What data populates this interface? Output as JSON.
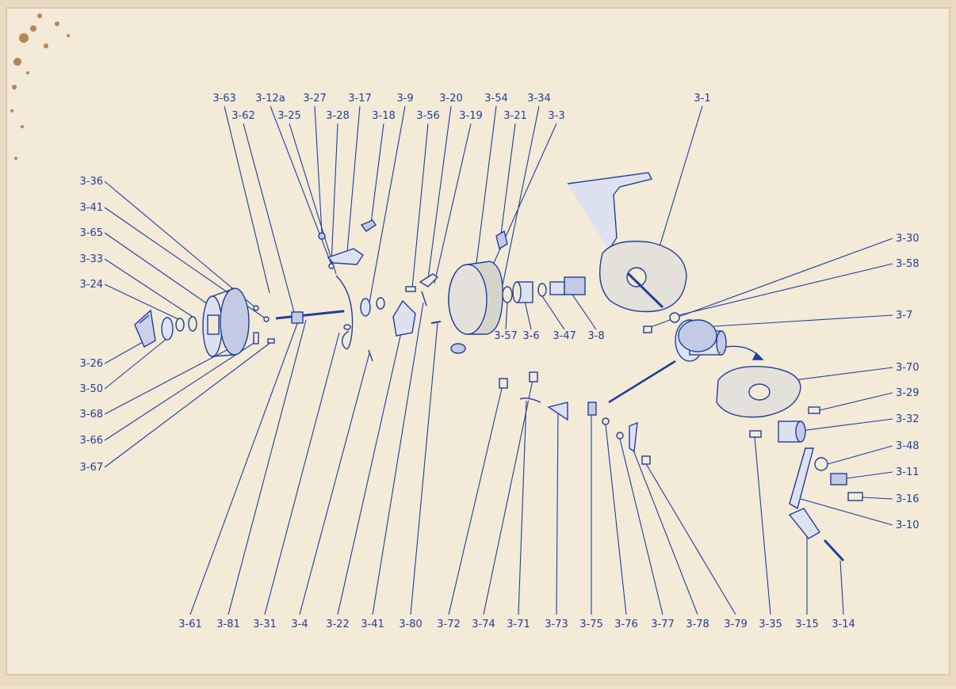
{
  "ink_color": "#1f3f9a",
  "paper_color": "#f3ead8",
  "top_labels": [
    "3-63",
    "3-12a",
    "3-27",
    "3-17",
    "3-9",
    "3-20",
    "3-54",
    "3-34",
    "3-1",
    "3-62",
    "3-25",
    "3-28",
    "3-18",
    "3-56",
    "3-19",
    "3-21",
    "3-3"
  ],
  "left_labels": [
    "3-36",
    "3-41",
    "3-65",
    "3-33",
    "3-24",
    "3-26",
    "3-50",
    "3-68",
    "3-66",
    "3-67"
  ],
  "right_labels": [
    "3-30",
    "3-58",
    "3-7",
    "3-70",
    "3-29",
    "3-32",
    "3-48",
    "3-11",
    "3-16",
    "3-10"
  ],
  "middle_labels": [
    "3-57",
    "3-6",
    "3-47",
    "3-8"
  ],
  "bottom_labels": [
    "3-61",
    "3-81",
    "3-31",
    "3-4",
    "3-22",
    "3-41",
    "3-80",
    "3-72",
    "3-74",
    "3-71",
    "3-73",
    "3-75",
    "3-76",
    "3-77",
    "3-78",
    "3-79",
    "3-35",
    "3-15",
    "3-14"
  ]
}
